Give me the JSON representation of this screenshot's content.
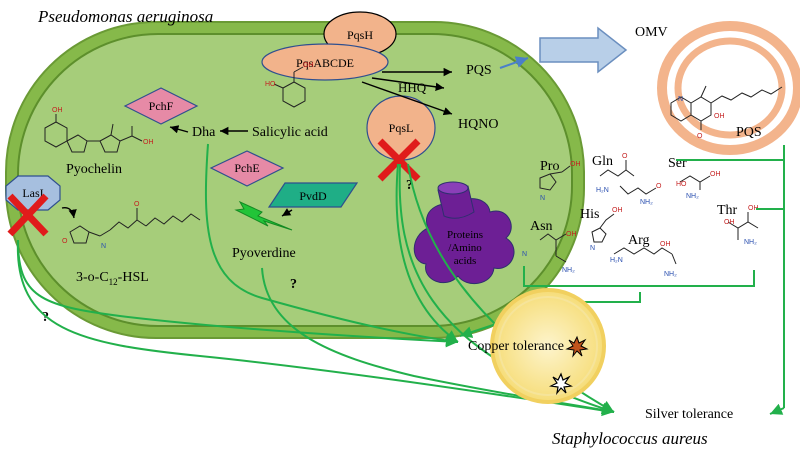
{
  "organisms": {
    "pseudomonas": "Pseudomonas aeruginosa",
    "staph": "Staphylococcus aureus"
  },
  "nodes": {
    "pqsh": "PqsH",
    "pqsabcde": "PqsABCDE",
    "pqsl": "PqsL",
    "pchf": "PchF",
    "pche": "PchE",
    "pvdd": "PvdD",
    "lasi": "LasI",
    "proteins": [
      "Proteins",
      "/Amino",
      "acids"
    ]
  },
  "molecules": {
    "pqs": "PQS",
    "hhq": "HHQ",
    "hqno": "HQNO",
    "salicylic": "Salicylic acid",
    "dha": "Dha",
    "pyochelin": "Pyochelin",
    "pyoverdine": "Pyoverdine",
    "hsl_prefix": "3-o-C",
    "hsl_sub": "12",
    "hsl_suffix": "-HSL",
    "omv": "OMV",
    "pqs_omv": "PQS"
  },
  "amino_acids": {
    "pro": "Pro",
    "gln": "Gln",
    "ser": "Ser",
    "asn": "Asn",
    "his": "His",
    "thr": "Thr",
    "arg": "Arg"
  },
  "outcomes": {
    "copper": "Copper tolerance",
    "silver": "Silver tolerance"
  },
  "marks": {
    "question": "?"
  },
  "colors": {
    "cell_fill": "#86b94a",
    "cell_inner": "#a6cd7a",
    "peach": "#f2b38b",
    "pink": "#e68aa6",
    "teal": "#1fae86",
    "purple": "#6d1f95",
    "lasi": "#a6bfdf",
    "staph": "#fbe9a6",
    "omv": "#f3b48c",
    "arrow_green": "#22b04b"
  }
}
